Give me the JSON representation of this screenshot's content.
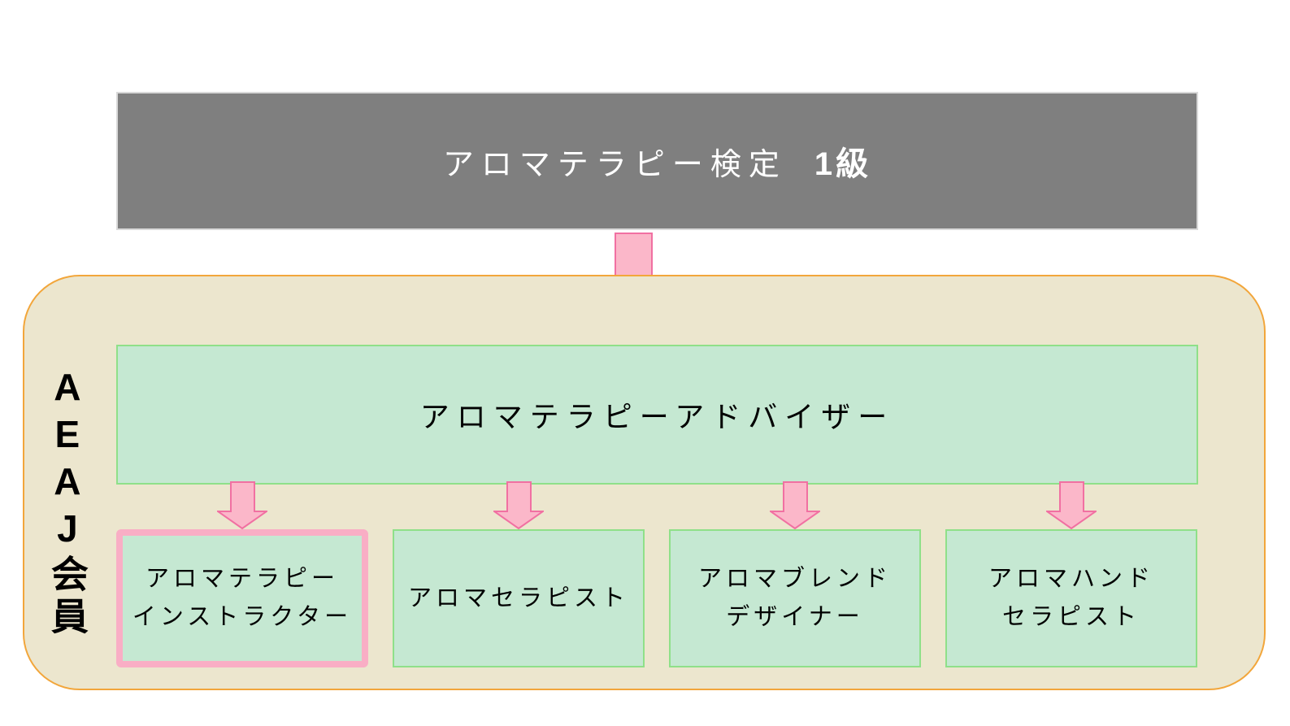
{
  "top_box": {
    "title_main": "アロマテラピー検定",
    "title_grade": "1級"
  },
  "membership": {
    "label": "AEAJ会員",
    "advisor_box": {
      "label": "アロマテラピーアドバイザー"
    },
    "bottom_boxes": [
      {
        "label": "アロマテラピー\nインストラクター",
        "highlighted": true
      },
      {
        "label": "アロマセラピスト",
        "highlighted": false
      },
      {
        "label": "アロマブレンド\nデザイナー",
        "highlighted": false
      },
      {
        "label": "アロマハンド\nセラピスト",
        "highlighted": false
      }
    ]
  },
  "icons": {
    "main_arrow": "down-arrow-icon",
    "branch_arrows": "down-arrow-icon"
  },
  "colors": {
    "gray_box_bg": "#7f7f7f",
    "gray_box_border": "#d9d9d9",
    "panel_bg": "#ece6ce",
    "panel_border": "#f2a63b",
    "mint_bg": "#c5e8d2",
    "mint_border": "#8fe089",
    "pink_border": "#f9aec5",
    "arrow_fill": "#fbb7c9",
    "arrow_stroke": "#f170a2",
    "text_dark": "#000000",
    "text_light": "#ffffff"
  }
}
